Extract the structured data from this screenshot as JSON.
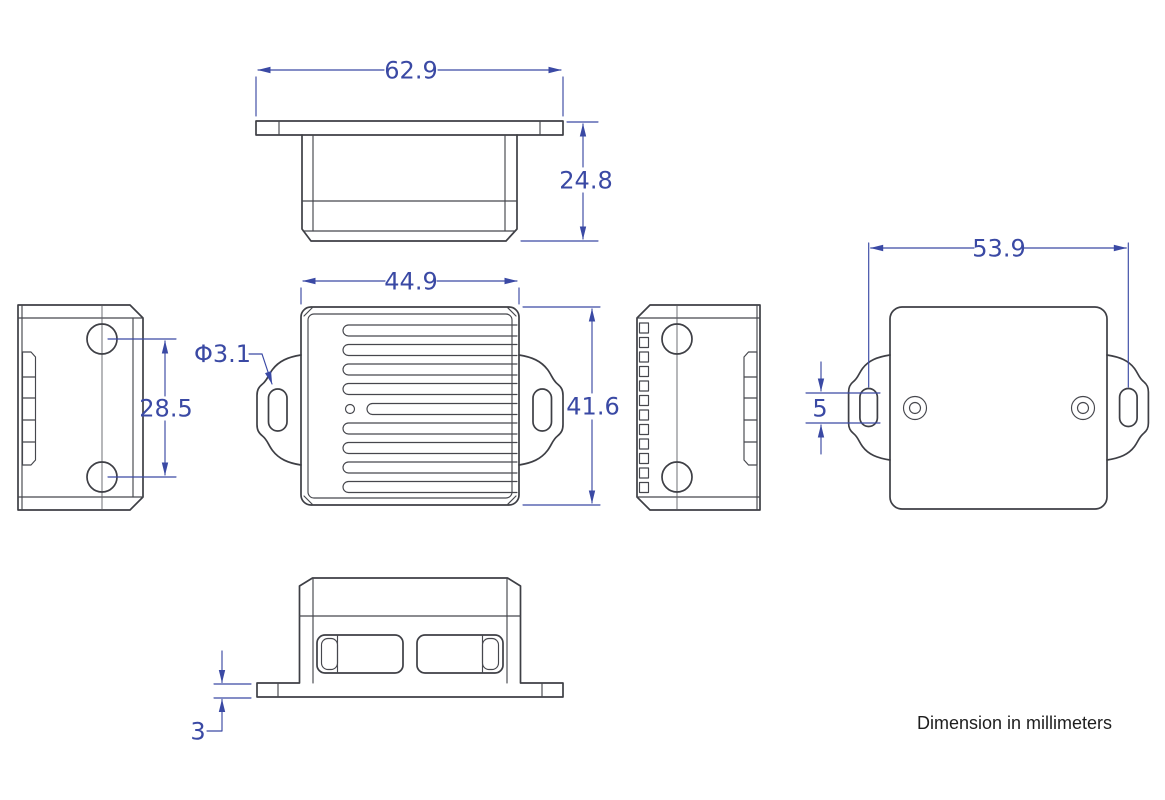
{
  "note": "Dimension in millimeters",
  "colors": {
    "dimension_blue": "#3a49a4",
    "line_dark": "#3e3f45",
    "background": "#ffffff"
  },
  "views": {
    "top": {
      "width": "62.9",
      "height": "24.8"
    },
    "front": {
      "width": "44.9",
      "height": "41.6",
      "slot_diameter": "Φ3.1"
    },
    "side_left": {
      "hole_pitch": "28.5"
    },
    "back": {
      "slot_pitch": "53.9",
      "slot_width": "5"
    },
    "bottom": {
      "flange_thickness": "3"
    }
  }
}
